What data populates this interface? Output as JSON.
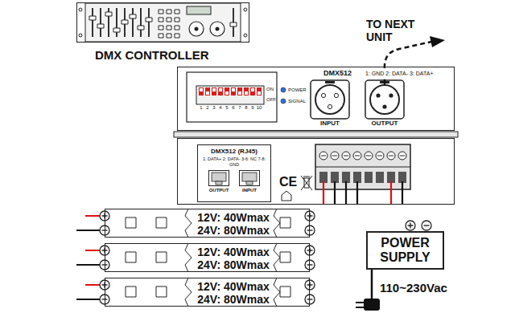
{
  "diagram": {
    "nodes": [
      {
        "text": [
          "DMX CONTROLLER"
        ]
      },
      {
        "text": [
          "DMX512",
          "1: GND 2: DATA- 3: DATA+"
        ]
      },
      {
        "text": [
          "INPUT"
        ],
        "in": 1
      },
      {
        "text": [
          "OUTPUT"
        ],
        "in": 1
      },
      {
        "text": [
          "CE"
        ]
      },
      {
        "text": [
          "DMX512 (RJ45)",
          "1: DATA+ 2: DATA- 3-6: NC 7-8: GND"
        ],
        "in": 4
      },
      {
        "text": [
          "OUTPUT"
        ],
        "in": 5
      },
      {
        "text": [
          "INPUT"
        ],
        "in": 5
      },
      {
        "text": [
          "12V: 40Wmax",
          "24V: 80Wmax"
        ]
      },
      {
        "text": [
          "12V: 40Wmax",
          "24V: 80Wmax"
        ]
      },
      {
        "text": [
          "12V: 40Wmax",
          "24V: 80Wmax"
        ]
      },
      {
        "text": [
          "POWER SUPPLY"
        ]
      }
    ],
    "edges": [
      {
        "from": 0,
        "to": 2,
        "arrow": "none"
      },
      {
        "from": 4,
        "to": 8,
        "arrow": "none"
      },
      {
        "from": 4,
        "to": 8,
        "arrow": "none"
      },
      {
        "from": 4,
        "to": 9,
        "arrow": "none"
      },
      {
        "from": 4,
        "to": 10,
        "arrow": "none"
      },
      {
        "from": 8,
        "to": 9,
        "arrow": "none"
      },
      {
        "from": 9,
        "to": 10,
        "arrow": "none"
      },
      {
        "from": 8,
        "to": 9,
        "arrow": "none"
      },
      {
        "from": 9,
        "to": 10,
        "arrow": "none"
      },
      {
        "from": 4,
        "to": 11,
        "arrow": "none"
      },
      {
        "from": 4,
        "to": 11,
        "arrow": "none"
      }
    ],
    "labels": [
      "TO NEXT UNIT",
      "1",
      "2",
      "3",
      "4",
      "5",
      "6",
      "7",
      "8",
      "9",
      "10",
      "ON",
      "OFF",
      "POWER",
      "SIGNAL",
      "110~230Vac"
    ]
  }
}
